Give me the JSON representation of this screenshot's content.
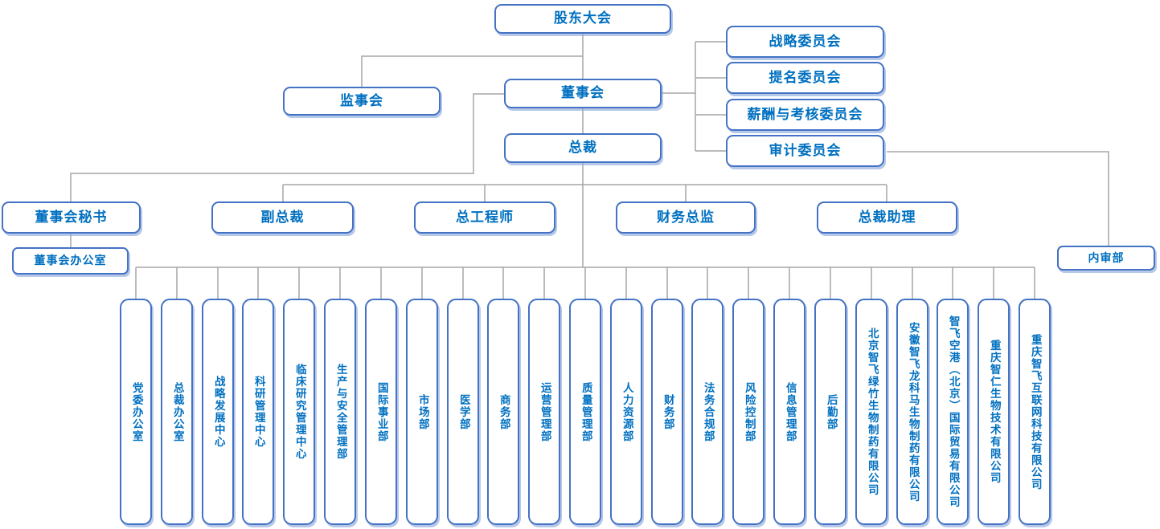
{
  "colors": {
    "box_border": "#4472C4",
    "label_text": "#0070C0",
    "connector_line": "#A6A6A6",
    "box_shadow": "#8FAADC",
    "background": "#FFFFFF"
  },
  "org": {
    "shareholders": "股东大会",
    "supervisory_board": "监事会",
    "board": "董事会",
    "president": "总裁",
    "committees": [
      "战略委员会",
      "提名委员会",
      "薪酬与考核委员会",
      "审计委员会"
    ],
    "executives": [
      "董事会秘书",
      "副总裁",
      "总工程师",
      "财务总监",
      "总裁助理"
    ],
    "board_office": "董事会办公室",
    "internal_audit": "内审部",
    "departments": [
      "党委办公室",
      "总裁办公室",
      "战略发展中心",
      "科研管理中心",
      "临床研究管理中心",
      "生产与安全管理部",
      "国际事业部",
      "市场部",
      "医学部",
      "商务部",
      "运营管理部",
      "质量管理部",
      "人力资源部",
      "财务部",
      "法务合规部",
      "风险控制部",
      "信息管理部",
      "后勤部",
      "北京智飞绿竹生物制药有限公司",
      "安徽智飞龙科马生物制药有限公司",
      "智飞空港（北京）国际贸易有限公司",
      "重庆智仁生物技术有限公司",
      "重庆智飞互联网科技有限公司"
    ]
  }
}
